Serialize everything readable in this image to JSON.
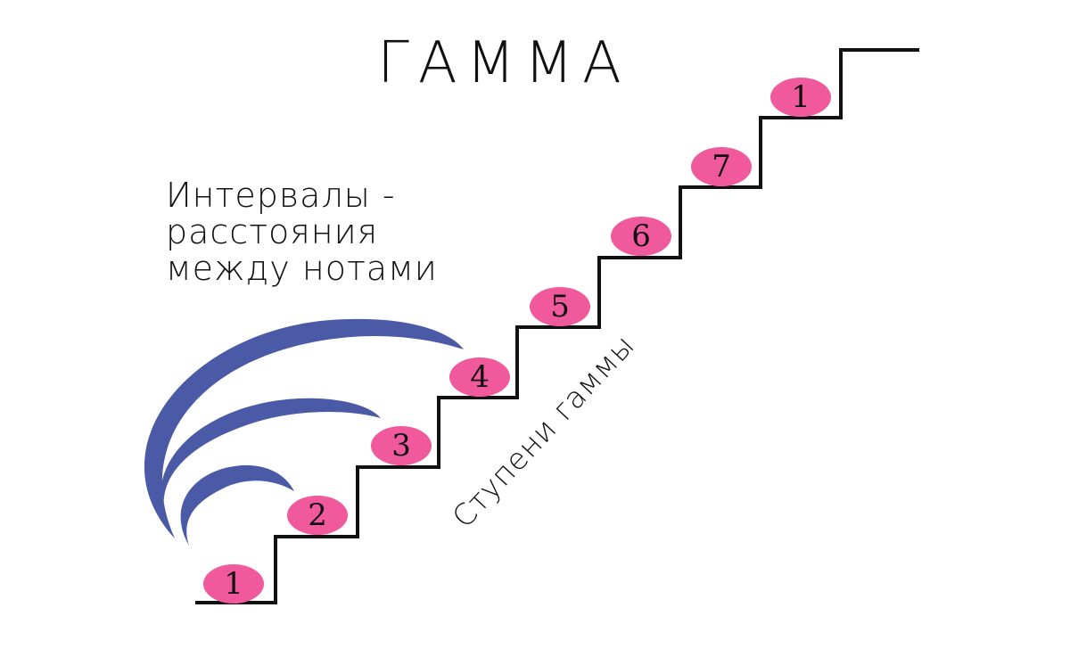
{
  "title": "ГАММА",
  "intervals_note": {
    "lines": [
      "Интервалы -",
      "расстояния",
      "между нотами"
    ]
  },
  "scale_steps_label": "Ступени гаммы",
  "steps": [
    "1",
    "2",
    "3",
    "4",
    "5",
    "6",
    "7",
    "1"
  ],
  "colors": {
    "step_fill": "#f0599c",
    "arc_fill": "#4a5aa6",
    "stair_stroke": "#111111"
  }
}
